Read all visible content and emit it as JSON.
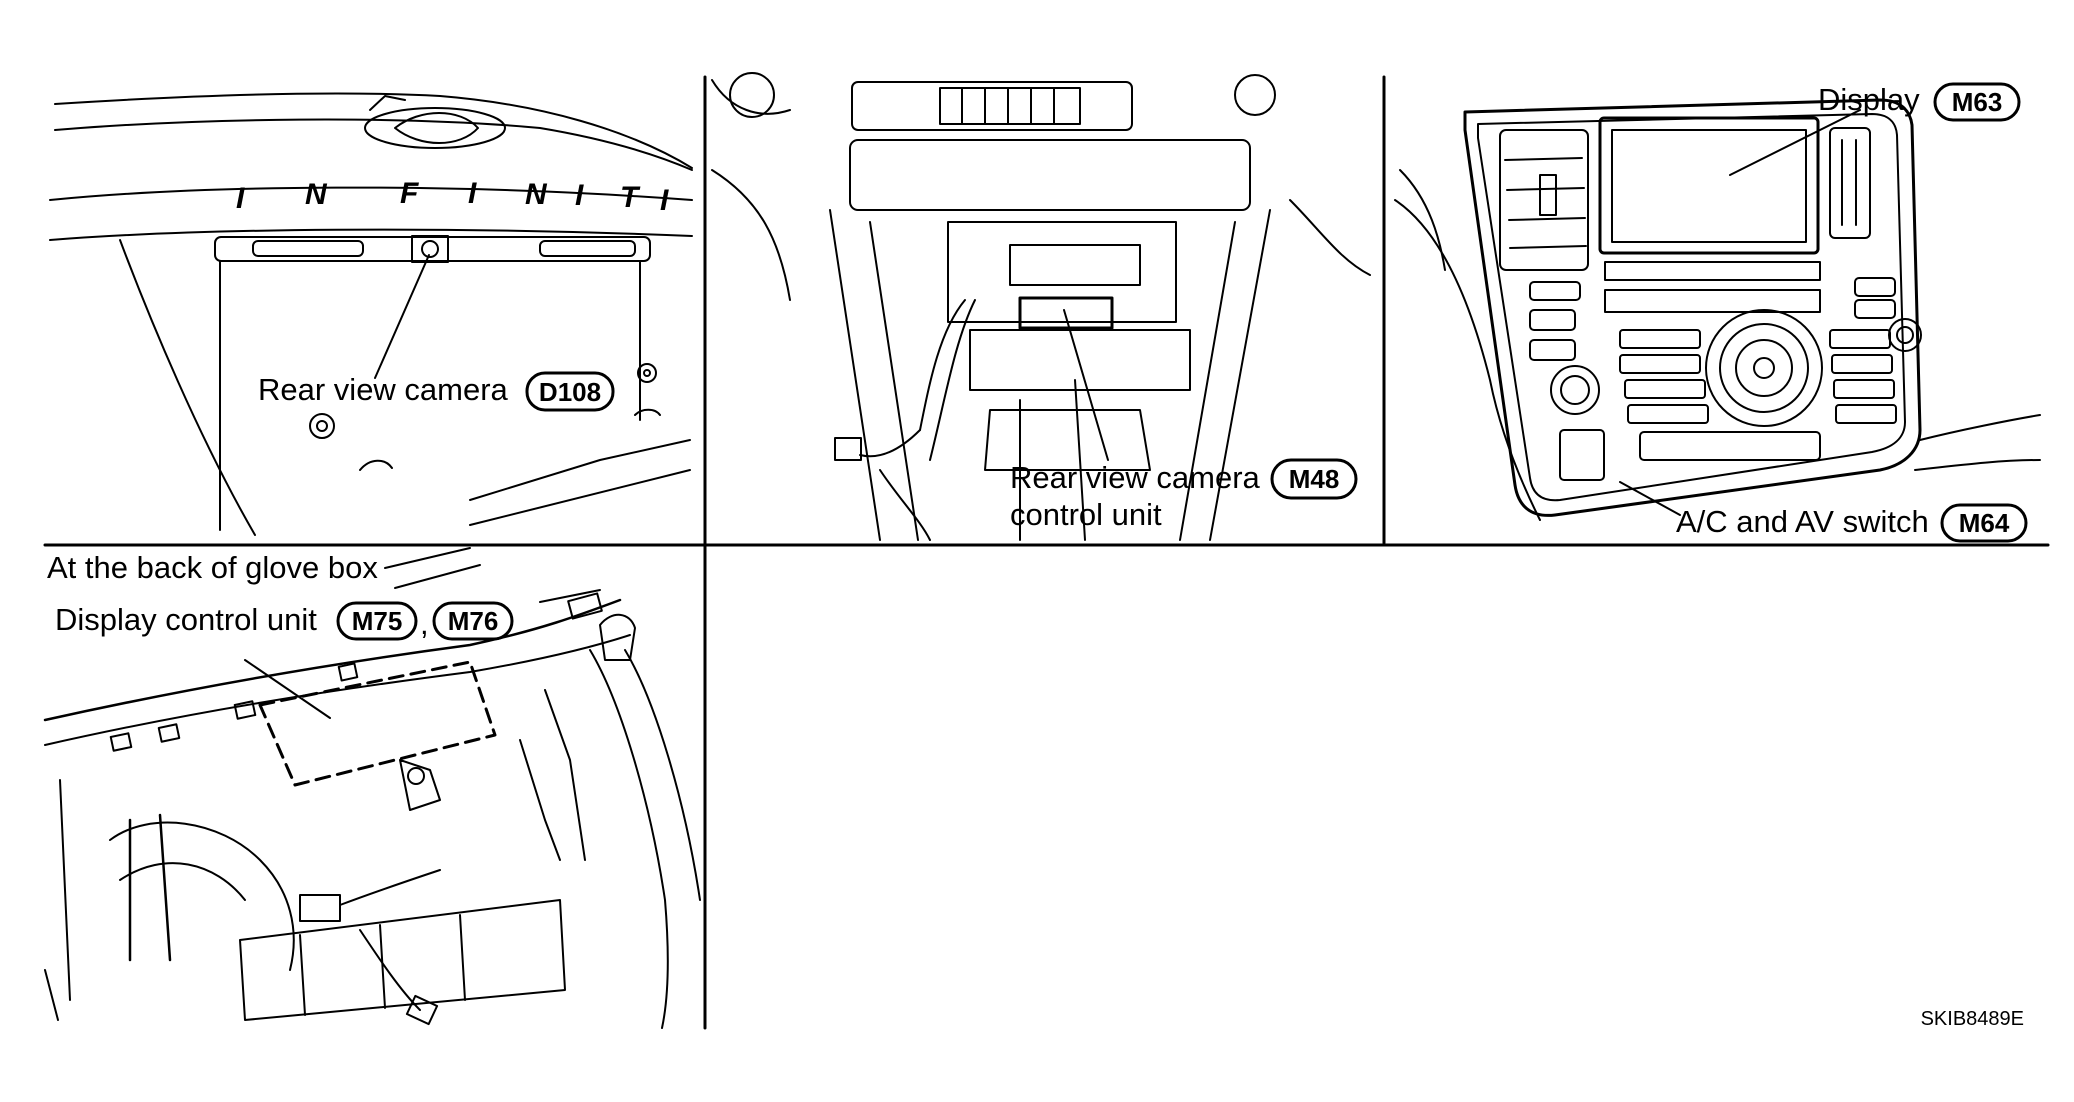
{
  "panels": {
    "rear_camera": {
      "label": "Rear view camera",
      "connector": "D108",
      "emblem_text": [
        "I",
        "N",
        "F",
        "I",
        "N",
        "I",
        "T",
        "I"
      ]
    },
    "control_unit": {
      "label_line1": "Rear view camera",
      "label_line2": "control unit",
      "connector": "M48"
    },
    "display": {
      "label": "Display",
      "connector": "M63"
    },
    "av_switch": {
      "label": "A/C and AV switch",
      "connector": "M64"
    },
    "glove_box": {
      "heading": "At the back of glove box",
      "label": "Display control unit",
      "connector_1": "M75",
      "separator": ",",
      "connector_2": "M76"
    }
  },
  "figure_code": "SKIB8489E"
}
